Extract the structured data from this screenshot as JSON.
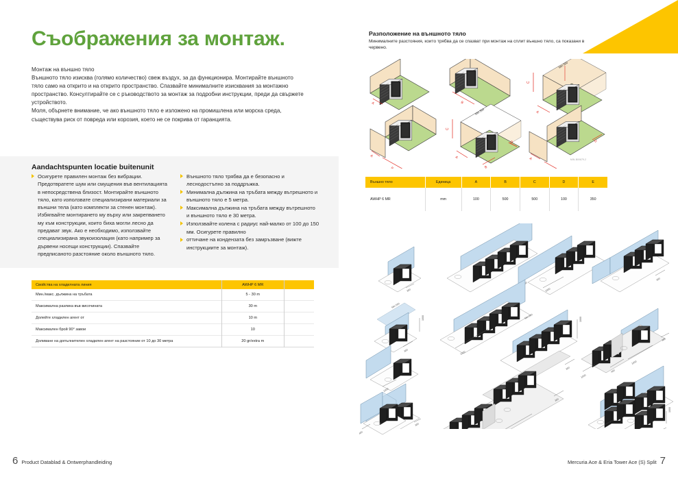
{
  "theme": {
    "green": "#5FA23C",
    "yellow": "#FDC500",
    "grey_box": "#F4F4F4",
    "red_dim": "#E2231A",
    "wall_tan": "#F6E2C3",
    "floor_green": "#BBD98E",
    "wall_blue": "#C3DBEE",
    "unit_dark": "#2B2B2B"
  },
  "left_page": {
    "title": "Съображения за монтаж.",
    "intro": [
      "Монтаж на външно тяло",
      "Външното тяло изисква (голямо количество) свеж въздух, за да функционира. Монтирайте външното тяло само на открито и на открито пространство. Спазвайте минималните изисквания за монтажно пространство. Консултирайте се с ръководството за монтаж за подробни инструкции, преди да свържете устройството.",
      "Моля, обърнете внимание, че ако външното тяло е изложено на промишлена или морска среда, съществува риск от повреда или корозия, което не се покрива от гаранцията."
    ],
    "attention": {
      "title": "Aandachtspunten locatie buitenunit",
      "left_items": [
        "Осигурете правилен монтаж без вибрации. Предотвратете шум или смущения във вентилацията в непосредствена близост. Монтирайте външното тяло, като използвате специализирани материали за външни тела (като комплекти за стенен монтаж). Избягвайте монтирането му върху или закрепването му към конструкции, които биха могли лесно да предават звук. Ако е необходимо, използвайте специализирана звукоизолация (като например за дървени носещи конструкции). Спазвайте предписаното разстояние около външното тяло."
      ],
      "right_items": [
        "Външното тяло трябва да е безопасно и леснодостъпно за поддръжка.",
        "Минимална дължина на тръбата между вътрешното и външното тяло е 5 метра.",
        "Максимална дължина на тръбата между вътрешното и външното тяло е 30 метра.",
        "Използвайте колена с радиус най-малко от 100 до 150 мм. Осигурете правилно",
        "оттичане на кондензата без замръзване (вижте инструкциите за монтаж)."
      ]
    },
    "table": {
      "headers": [
        "Свойства на хладилната линия",
        "",
        "AWHP 6 MR",
        ""
      ],
      "rows": [
        {
          "label": "Мин./макс. дължина на тръбата",
          "value": "5 - 30 m"
        },
        {
          "label": "Максимална разлика във височината",
          "value": "30 m"
        },
        {
          "label": "Долейте хладилен агент от",
          "value": "10 m"
        },
        {
          "label": "Максимален брой 90° завои",
          "value": "10"
        },
        {
          "label": "Доливане на допълнителен хладилен агент на разстояние от 10 до 30 метра",
          "value": "20 gr/extra m"
        }
      ]
    }
  },
  "right_page": {
    "title": "Разположение на външното тяло",
    "subtitle": "Минималните разстояния, които трябва да се спазват при монтаж на сплит външно тяло, са показани в червено.",
    "table": {
      "headers": [
        "Външно тяло",
        "Единица",
        "A",
        "B",
        "C",
        "D",
        "E"
      ],
      "rows": [
        {
          "cells": [
            "AWHP 6 MR",
            "mm",
            "100",
            "500",
            "500",
            "100",
            "350"
          ]
        }
      ]
    },
    "diagram_labels": {
      "min_label": "Min 500",
      "dim_a": "A",
      "dim_b": "B",
      "dim_c": "C",
      "dim_d": "D",
      "dim_e": "E"
    },
    "ref_code_top": "MIN-B00679-2"
  },
  "footer": {
    "left_page_number": "6",
    "left_text": "Product Datablad & Ontwerphandleiding",
    "right_text": "Mercuria Ace & Eria Tower Ace (S) Split",
    "right_page_number": "7"
  }
}
